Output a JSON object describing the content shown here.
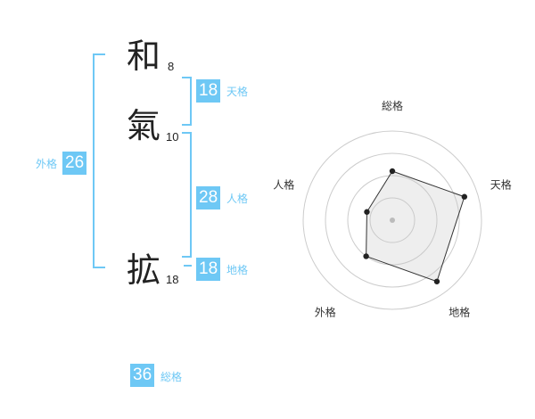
{
  "characters": [
    {
      "char": "和",
      "strokes": "8"
    },
    {
      "char": "氣",
      "strokes": "10"
    },
    {
      "char": "拡",
      "strokes": "18"
    }
  ],
  "kakusu": {
    "tenkaku": {
      "value": "18",
      "label": "天格"
    },
    "jinkaku": {
      "value": "28",
      "label": "人格"
    },
    "chikaku": {
      "value": "18",
      "label": "地格"
    },
    "gaikaku": {
      "value": "26",
      "label": "外格"
    },
    "soukaku": {
      "value": "36",
      "label": "総格"
    }
  },
  "chart_data": {
    "type": "radar",
    "axes": [
      "総格",
      "天格",
      "地格",
      "外格",
      "人格"
    ],
    "values": [
      0.55,
      0.85,
      0.85,
      0.5,
      0.3
    ],
    "rmax": 1,
    "rings": 4,
    "color_accent": "#6ec8f5"
  }
}
